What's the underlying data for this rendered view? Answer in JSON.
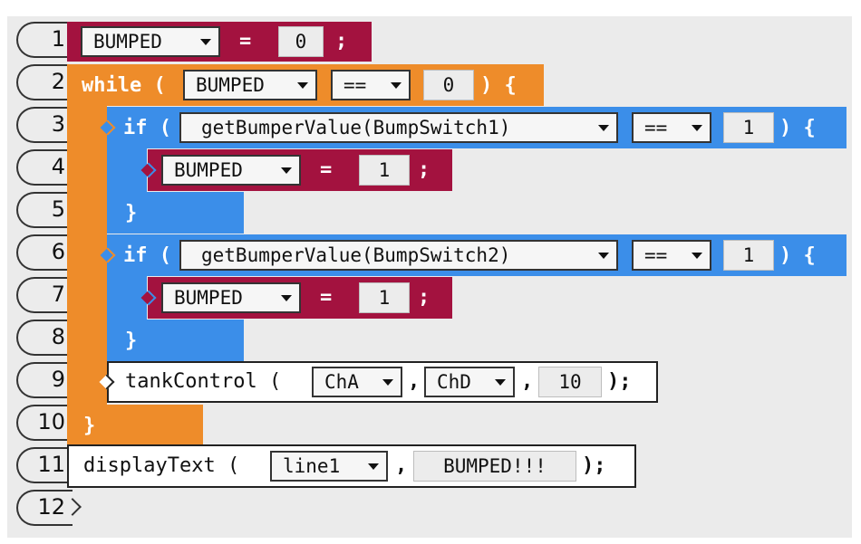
{
  "gutter": {
    "lines": [
      "1",
      "2",
      "3",
      "4",
      "5",
      "6",
      "7",
      "8",
      "9",
      "10",
      "11",
      "12"
    ]
  },
  "code": {
    "line1": {
      "var": "BUMPED",
      "op": "=",
      "value": "0",
      "end": ";"
    },
    "line2": {
      "keyword": "while (",
      "var": "BUMPED",
      "op": "==",
      "value": "0",
      "close": ") {"
    },
    "line3": {
      "keyword": "if (",
      "func": "getBumperValue(BumpSwitch1)",
      "op": "==",
      "value": "1",
      "close": ") {"
    },
    "line4": {
      "var": "BUMPED",
      "op": "=",
      "value": "1",
      "end": ";"
    },
    "line5": {
      "close": "}"
    },
    "line6": {
      "keyword": "if (",
      "func": "getBumperValue(BumpSwitch2)",
      "op": "==",
      "value": "1",
      "close": ") {"
    },
    "line7": {
      "var": "BUMPED",
      "op": "=",
      "value": "1",
      "end": ";"
    },
    "line8": {
      "close": "}"
    },
    "line9": {
      "func": "tankControl (",
      "arg1": "ChA",
      "sep1": ",",
      "arg2": "ChD",
      "sep2": ",",
      "arg3": "10",
      "end": ");"
    },
    "line10": {
      "close": "}"
    },
    "line11": {
      "func": "displayText (",
      "arg1": "line1",
      "sep1": ",",
      "arg2": "BUMPED!!!",
      "end": ");"
    }
  },
  "colors": {
    "loop": "#ee8c2a",
    "condition": "#3b8ee9",
    "assignment": "#a3123f"
  }
}
